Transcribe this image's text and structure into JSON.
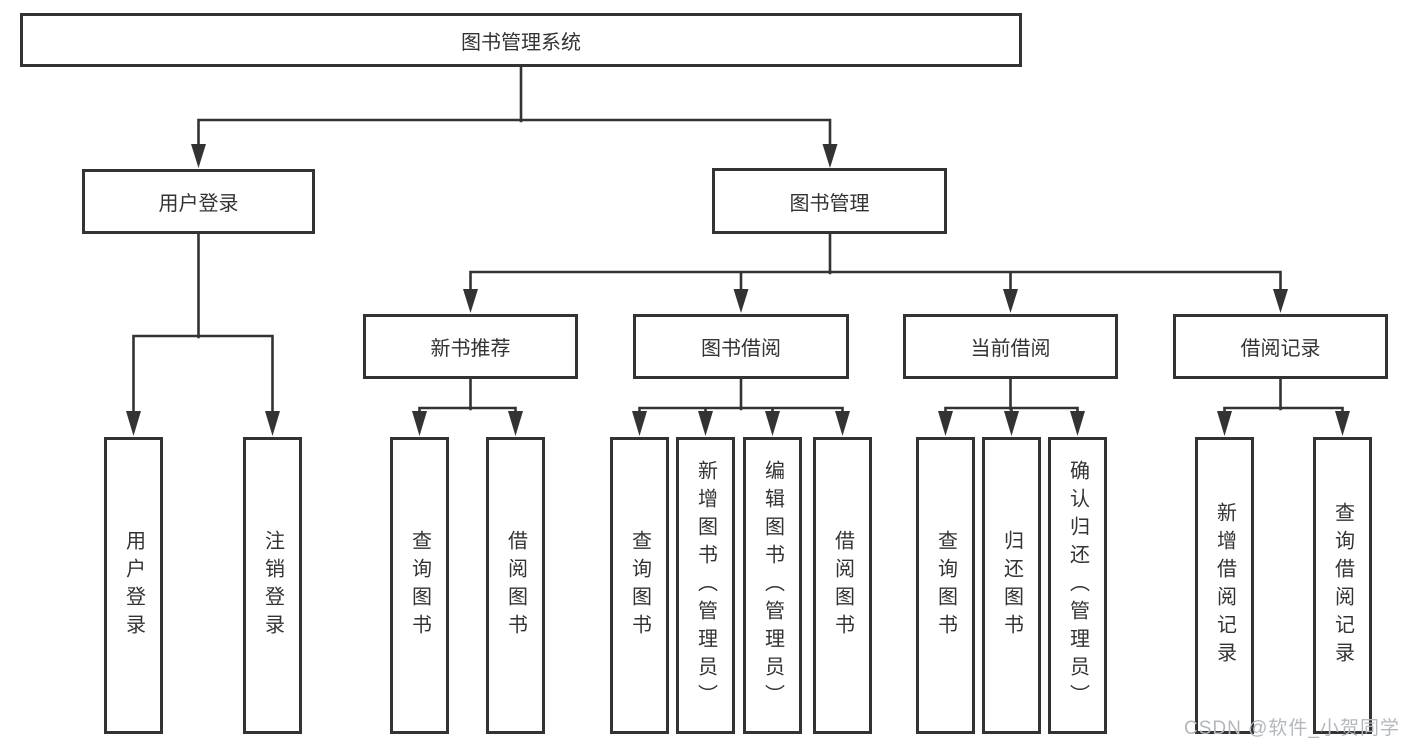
{
  "diagram": {
    "root": {
      "label": "图书管理系统"
    },
    "level2": [
      {
        "label": "用户登录"
      },
      {
        "label": "图书管理"
      }
    ],
    "level3": [
      {
        "label": "新书推荐"
      },
      {
        "label": "图书借阅"
      },
      {
        "label": "当前借阅"
      },
      {
        "label": "借阅记录"
      }
    ],
    "leaves": [
      {
        "label": "用户登录"
      },
      {
        "label": "注销登录"
      },
      {
        "label": "查询图书"
      },
      {
        "label": "借阅图书"
      },
      {
        "label": "查询图书"
      },
      {
        "label": "新增图书（管理员）"
      },
      {
        "label": "编辑图书（管理员）"
      },
      {
        "label": "借阅图书"
      },
      {
        "label": "查询图书"
      },
      {
        "label": "归还图书"
      },
      {
        "label": "确认归还（管理员）"
      },
      {
        "label": "新增借阅记录"
      },
      {
        "label": "查询借阅记录"
      }
    ]
  },
  "watermark": {
    "text": "CSDN @软件_小贺同学"
  },
  "colors": {
    "line": "#333333",
    "text": "#333333",
    "box_background": "#ffffff",
    "page_background": "#ffffff",
    "watermark": "#b4b8bc"
  }
}
